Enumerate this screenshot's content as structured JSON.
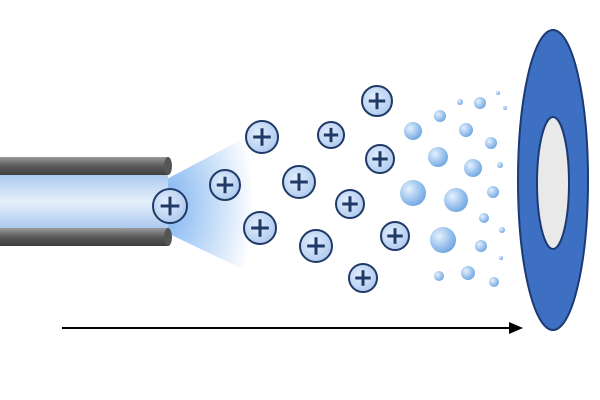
{
  "diagram": {
    "colors": {
      "capillary_wall": "#6b6b6b",
      "capillary_core": "#cfe0f5",
      "spray_glow": "#5aa0ee",
      "ion_fill": "#c9dcf5",
      "ion_stroke": "#1f3a66",
      "droplet_fill": "#8fbbe8",
      "counter_electrode": "#3d6fc2",
      "electrode_hole": "#e9e9e9",
      "arrow": "#000000"
    },
    "icons": [
      "capillary-tube",
      "positive-ion",
      "charged-droplet",
      "counter-electrode",
      "direction-arrow"
    ],
    "ion_symbol": "+"
  }
}
